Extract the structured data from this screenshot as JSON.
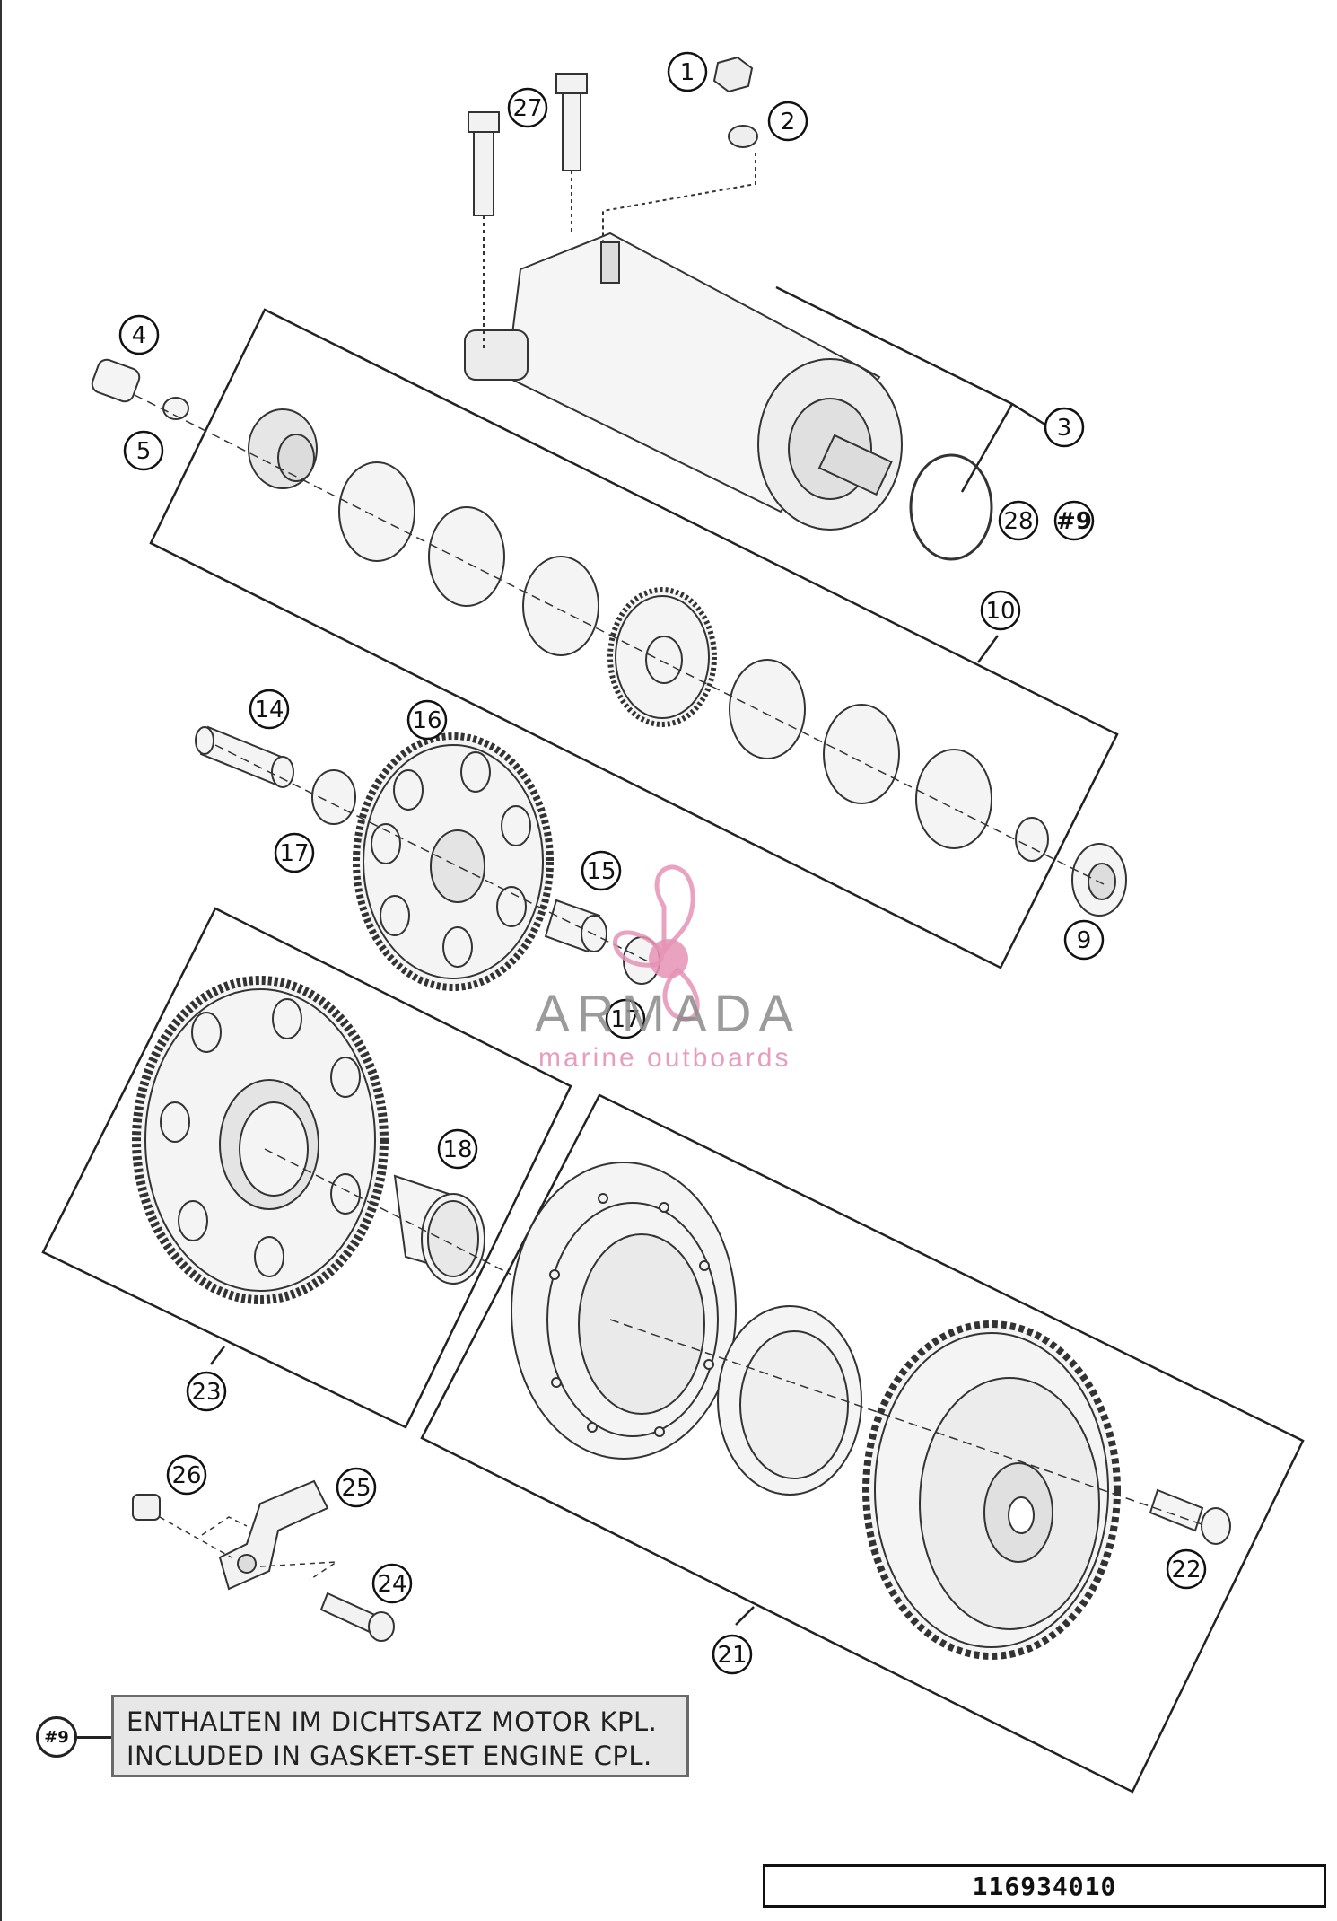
{
  "callouts": [
    {
      "id": "1",
      "label": "1"
    },
    {
      "id": "2",
      "label": "2"
    },
    {
      "id": "3",
      "label": "3"
    },
    {
      "id": "4",
      "label": "4"
    },
    {
      "id": "5",
      "label": "5"
    },
    {
      "id": "9a",
      "label": "9"
    },
    {
      "id": "10",
      "label": "10"
    },
    {
      "id": "14",
      "label": "14"
    },
    {
      "id": "15",
      "label": "15"
    },
    {
      "id": "16",
      "label": "16"
    },
    {
      "id": "17a",
      "label": "17"
    },
    {
      "id": "17b",
      "label": "17"
    },
    {
      "id": "18",
      "label": "18"
    },
    {
      "id": "21",
      "label": "21"
    },
    {
      "id": "22",
      "label": "22"
    },
    {
      "id": "23",
      "label": "23"
    },
    {
      "id": "24",
      "label": "24"
    },
    {
      "id": "25",
      "label": "25"
    },
    {
      "id": "26",
      "label": "26"
    },
    {
      "id": "27",
      "label": "27"
    },
    {
      "id": "28",
      "label": "28"
    },
    {
      "id": "ref9",
      "label": "#9"
    }
  ],
  "note": {
    "tag": "#9",
    "line1": "ENTHALTEN IM DICHTSATZ MOTOR KPL.",
    "line2": "INCLUDED IN GASKET-SET ENGINE CPL."
  },
  "part_number": "116934010",
  "watermark": {
    "title": "ARMADA",
    "subtitle": "marine outboards"
  }
}
